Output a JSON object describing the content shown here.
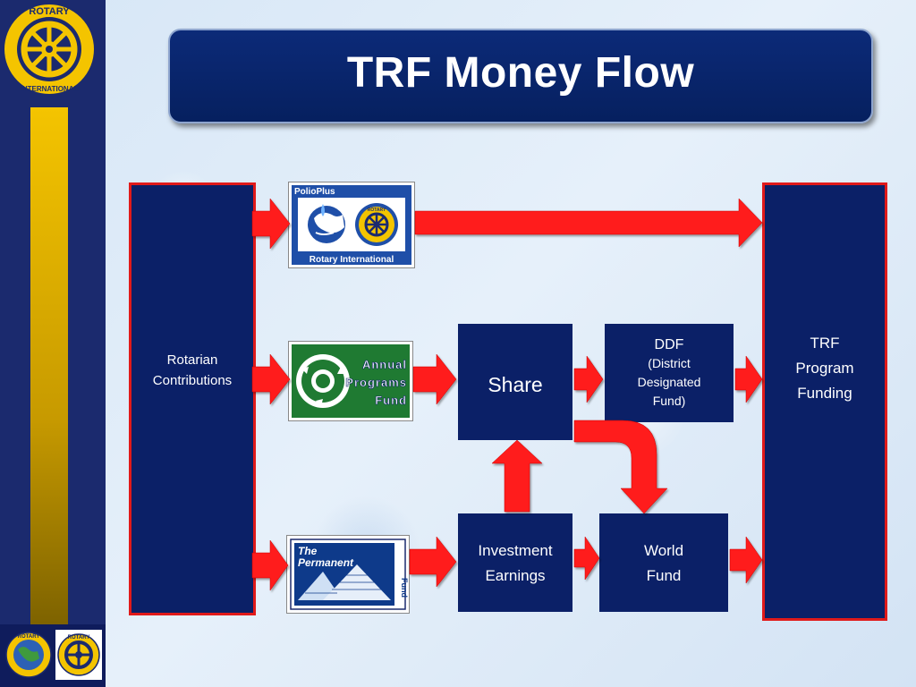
{
  "title": "TRF Money Flow",
  "colors": {
    "navy": "#0b2067",
    "arrow_red": "#ff1a1a",
    "rotary_gold": "#f4c400",
    "background": "#dbe9f7"
  },
  "rail": {
    "top_seal_text": [
      "ROTARY",
      "INTERNATIONAL"
    ],
    "bottom_seal_text": [
      "ROTARY",
      "ROTARY"
    ]
  },
  "contributions": {
    "line1": "Rotarian",
    "line2": "Contributions"
  },
  "logos": {
    "polioplus": {
      "top": "PolioPlus",
      "bottom": "Rotary International",
      "seal_text": "ROTARY"
    },
    "annual": {
      "line1": "Annual",
      "line2": "Programs",
      "line3": "Fund"
    },
    "permanent": {
      "line1": "The",
      "line2": "Permanent",
      "side": "Fund"
    }
  },
  "share": {
    "label": "Share"
  },
  "ddf": {
    "line1": "DDF",
    "line2": "(District",
    "line3": "Designated",
    "line4": "Fund)"
  },
  "investment": {
    "line1": "Investment",
    "line2": "Earnings"
  },
  "world_fund": {
    "line1": "World",
    "line2": "Fund"
  },
  "trf_program": {
    "line1": "TRF",
    "line2": "Program",
    "line3": "Funding"
  }
}
